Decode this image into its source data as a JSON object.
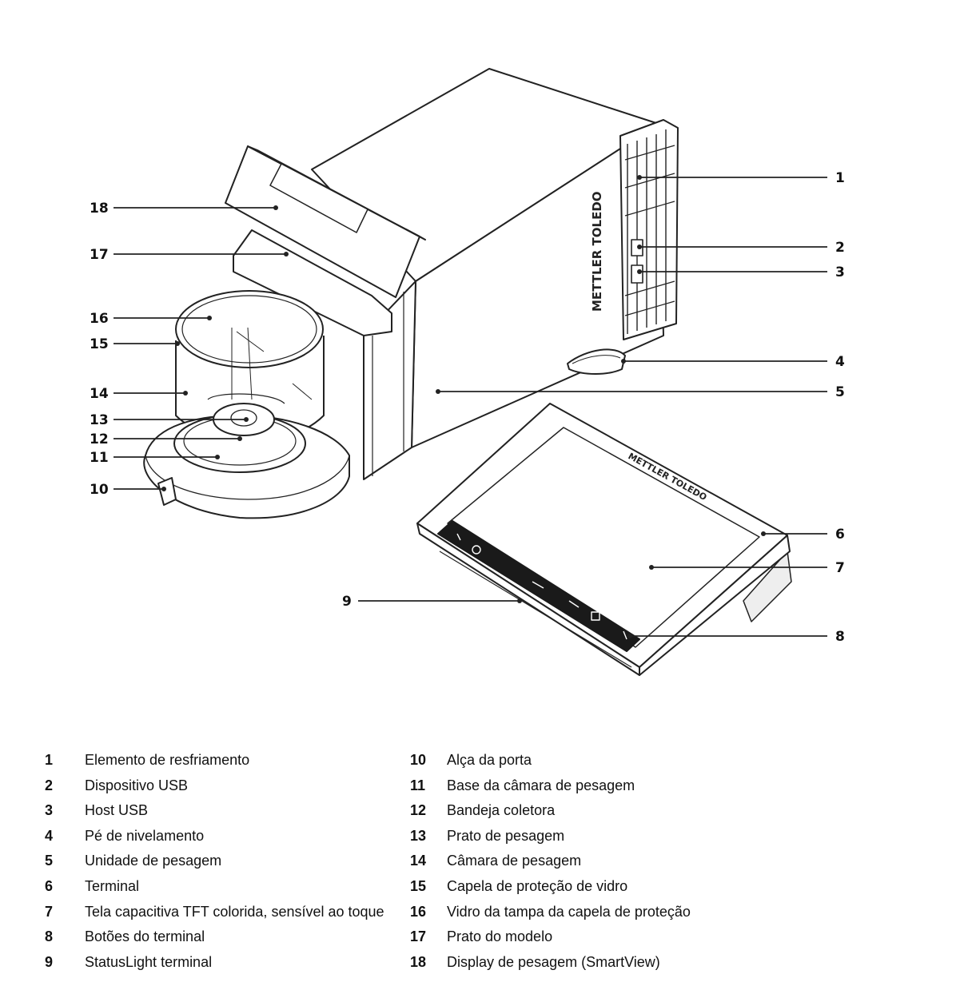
{
  "brand": {
    "unit_logo": "METTLER TOLEDO",
    "terminal_logo": "METTLER TOLEDO"
  },
  "callouts": [
    "1",
    "2",
    "3",
    "4",
    "5",
    "6",
    "7",
    "8",
    "9",
    "10",
    "11",
    "12",
    "13",
    "14",
    "15",
    "16",
    "17",
    "18"
  ],
  "legend": {
    "left": [
      {
        "num": "1",
        "text": "Elemento de resfriamento"
      },
      {
        "num": "2",
        "text": "Dispositivo USB"
      },
      {
        "num": "3",
        "text": "Host USB"
      },
      {
        "num": "4",
        "text": "Pé de nivelamento"
      },
      {
        "num": "5",
        "text": "Unidade de pesagem"
      },
      {
        "num": "6",
        "text": "Terminal"
      },
      {
        "num": "7",
        "text": "Tela capacitiva TFT colorida, sensível ao toque"
      },
      {
        "num": "8",
        "text": "Botões do terminal"
      },
      {
        "num": "9",
        "text": "StatusLight terminal"
      }
    ],
    "right": [
      {
        "num": "10",
        "text": "Alça da porta"
      },
      {
        "num": "11",
        "text": "Base da câmara de pesagem"
      },
      {
        "num": "12",
        "text": "Bandeja coletora"
      },
      {
        "num": "13",
        "text": "Prato de pesagem"
      },
      {
        "num": "14",
        "text": "Câmara de pesagem"
      },
      {
        "num": "15",
        "text": "Capela de proteção de vidro"
      },
      {
        "num": "16",
        "text": "Vidro da tampa da capela de proteção"
      },
      {
        "num": "17",
        "text": "Prato do modelo"
      },
      {
        "num": "18",
        "text": "Display de pesagem (SmartView)"
      }
    ]
  }
}
